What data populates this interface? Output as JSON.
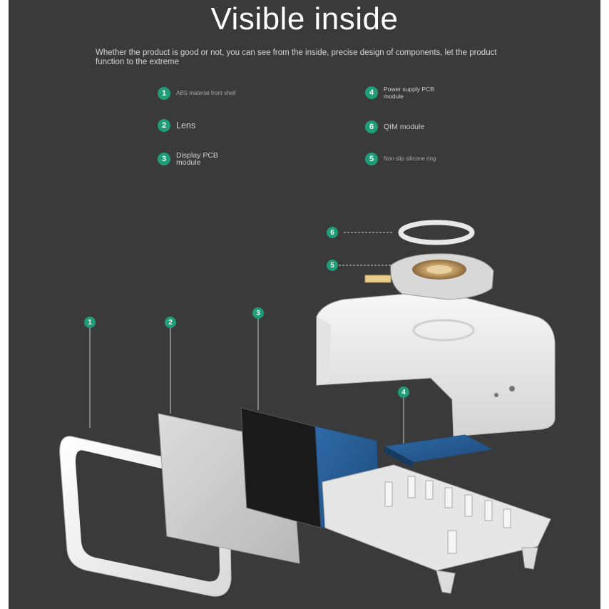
{
  "header": {
    "title": "Visible inside",
    "subtitle": "Whether the product is good or not, you can see from the inside, precise design of components, let the product function to the extreme"
  },
  "legend": {
    "left": [
      {
        "num": "1",
        "label": "ABS material front shell"
      },
      {
        "num": "2",
        "label": "Lens"
      },
      {
        "num": "3",
        "label": "Display PCB module"
      }
    ],
    "right": [
      {
        "num": "4",
        "label": "Power supply PCB module"
      },
      {
        "num": "6",
        "label": "QIM module"
      },
      {
        "num": "5",
        "label": "Non slip silicone ring"
      }
    ]
  },
  "callouts": [
    "1",
    "2",
    "3",
    "4",
    "5",
    "6"
  ],
  "colors": {
    "background": "#3a3a3a",
    "badge": "#1f9c78",
    "text": "#ffffff"
  }
}
